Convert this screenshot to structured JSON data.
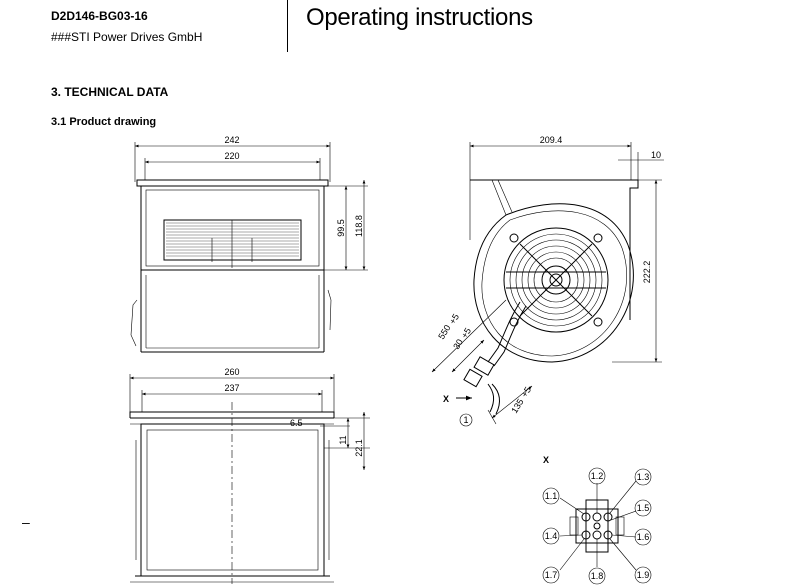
{
  "header": {
    "model": "D2D146-BG03-16",
    "company": "###STI Power Drives GmbH",
    "title": "Operating instructions"
  },
  "section": {
    "title": "3. TECHNICAL DATA",
    "subtitle": "3.1 Product drawing"
  },
  "footer": {
    "dash": "–"
  },
  "dimensions": {
    "front": {
      "overall_width": "242",
      "inner_width": "220",
      "inner_height": "99.5",
      "overall_height": "118.8"
    },
    "side": {
      "width": "209.4",
      "flange": "10",
      "height": "222.2",
      "cable_length": "550",
      "cable_tol": "+5",
      "lead_length": "30",
      "lead_tol": "+5",
      "angle_length": "135",
      "angle_tol": "+5",
      "view_marker": "X",
      "note_marker": "1"
    },
    "top": {
      "overall_width": "260",
      "inner_width": "237",
      "flange_offset": "6.5",
      "flange_height": "11",
      "height": "22.1"
    },
    "connector": {
      "view_label": "X",
      "pins": [
        "1.1",
        "1.2",
        "1.3",
        "1.4",
        "1.5",
        "1.6",
        "1.7",
        "1.8",
        "1.9"
      ]
    }
  }
}
